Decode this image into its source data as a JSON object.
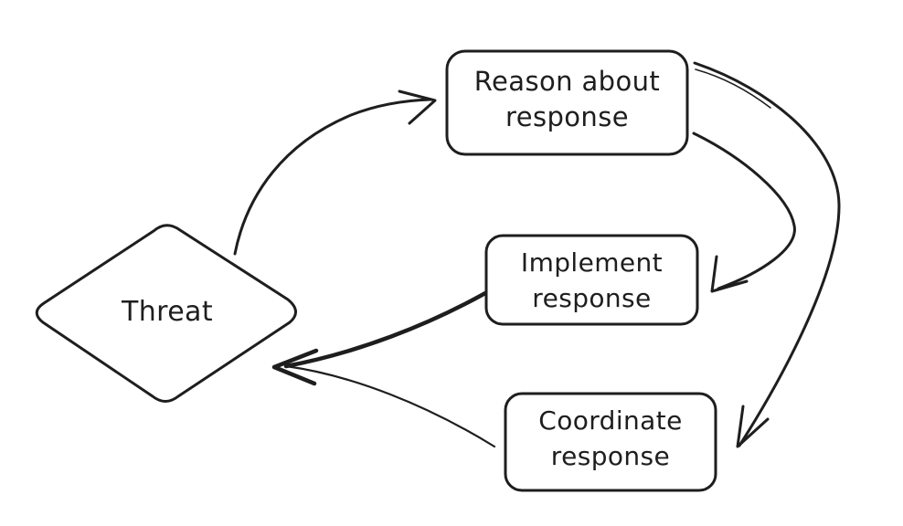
{
  "diagram": {
    "type": "flow-diagram",
    "style": "hand-drawn-whiteboard",
    "background_color": "#ffffff",
    "stroke_color": "#1e1e1e",
    "text_color": "#1e1e1e",
    "nodes": [
      {
        "id": "threat",
        "shape": "diamond",
        "label": "Threat"
      },
      {
        "id": "reason-about-response",
        "shape": "rounded-rectangle",
        "label": "Reason about response",
        "line1": "Reason about",
        "line2": "response"
      },
      {
        "id": "implement-response",
        "shape": "rounded-rectangle",
        "label": "Implement response",
        "line1": "Implement",
        "line2": "response"
      },
      {
        "id": "coordinate-response",
        "shape": "rounded-rectangle",
        "label": "Coordinate response",
        "line1": "Coordinate",
        "line2": "response"
      }
    ],
    "edges": [
      {
        "from": "threat",
        "to": "reason-about-response",
        "style": "curved arrow up-right into left side of box"
      },
      {
        "from": "reason-about-response",
        "to": "implement-response",
        "style": "hairpin curve out right side, arrowhead into right side of box"
      },
      {
        "from": "reason-about-response",
        "to": "coordinate-response",
        "style": "long outer curve down right side, arrowhead at right side of box"
      },
      {
        "from": "implement-response",
        "to": "threat",
        "style": "thick line from left side, merges into arrowhead at diamond right edge"
      },
      {
        "from": "coordinate-response",
        "to": "threat",
        "style": "thin line from left side, merges into same arrowhead at diamond right edge"
      }
    ]
  }
}
